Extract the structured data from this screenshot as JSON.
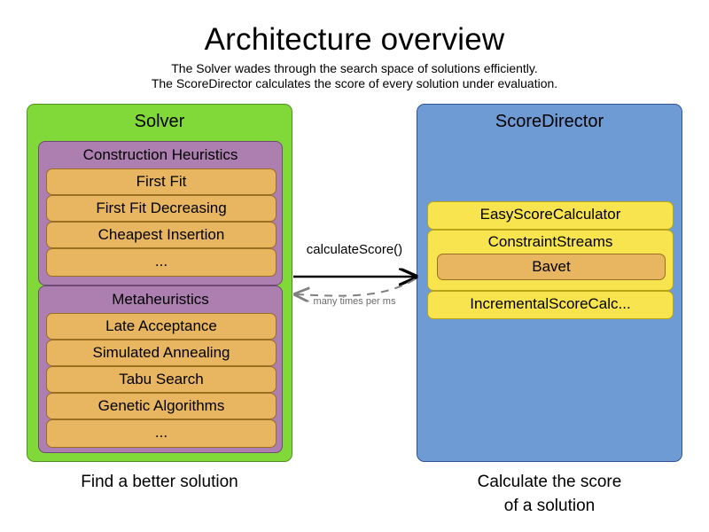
{
  "header": {
    "title": "Architecture overview",
    "subtitle_line1": "The Solver wades through the search space of solutions efficiently.",
    "subtitle_line2": "The ScoreDirector calculates the score of every solution under evaluation."
  },
  "colors": {
    "solver_panel": "#80D938",
    "solver_panel_border": "#4f9120",
    "scoredirector_panel": "#6F9BD4",
    "scoredirector_panel_border": "#2f5496",
    "group_purple": "#AD7EB0",
    "group_purple_border": "#6f4a73",
    "item_orange": "#E8B661",
    "item_orange_border": "#9a6f1f",
    "item_yellow": "#F8E44E",
    "item_yellow_border": "#b8a415",
    "arrow_solid": "#000000",
    "arrow_dashed": "#808080",
    "background": "#ffffff"
  },
  "solver": {
    "title": "Solver",
    "caption": "Find a better solution",
    "groups": [
      {
        "title": "Construction Heuristics",
        "items": [
          "First Fit",
          "First Fit Decreasing",
          "Cheapest Insertion",
          "..."
        ]
      },
      {
        "title": "Metaheuristics",
        "items": [
          "Late Acceptance",
          "Simulated Annealing",
          "Tabu Search",
          "Genetic Algorithms",
          "..."
        ]
      }
    ]
  },
  "score_director": {
    "title": "ScoreDirector",
    "caption_line1": "Calculate the score",
    "caption_line2": "of a solution",
    "items": [
      {
        "label": "EasyScoreCalculator",
        "nested": null
      },
      {
        "label": "ConstraintStreams",
        "nested": "Bavet"
      },
      {
        "label": "IncrementalScoreCalc...",
        "nested": null
      }
    ]
  },
  "arrows": {
    "forward_label": "calculateScore()",
    "return_label": "many times per ms"
  }
}
